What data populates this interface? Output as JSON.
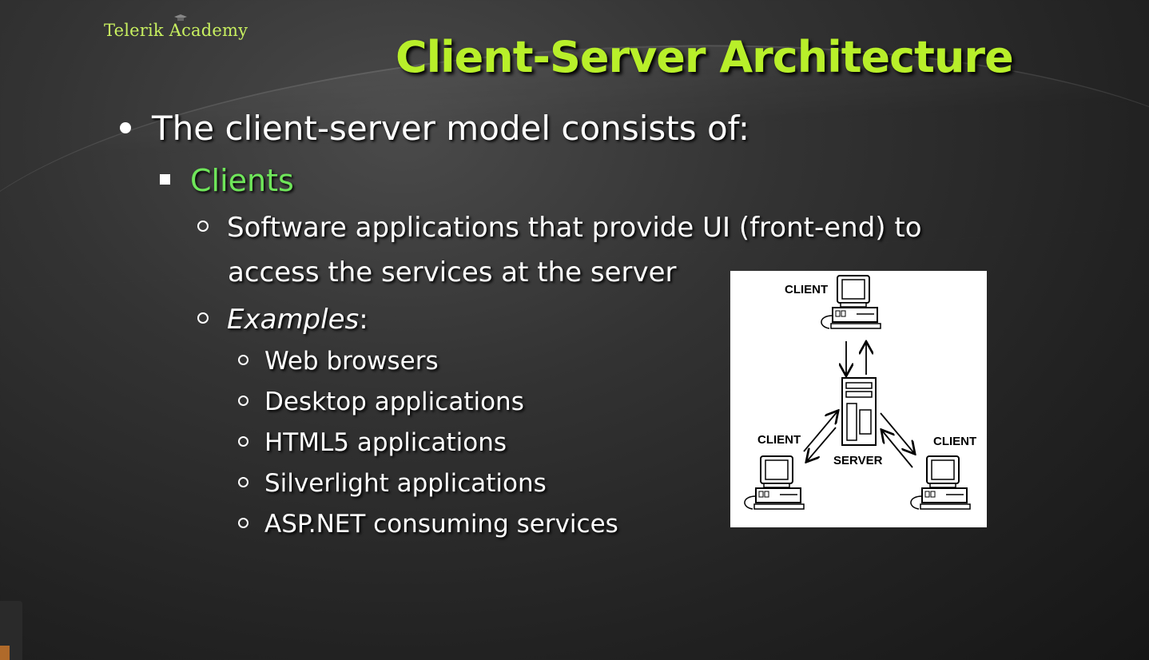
{
  "slide": {
    "logo_text": "Telerik Academy",
    "title": "Client-Server Architecture",
    "bullet1": "The client-server model consists of:",
    "bullet2": "Clients",
    "sub1_line1": "Software applications that provide UI (front-end) to",
    "sub1_line2": "access the services at the server",
    "sub2_label": "Examples",
    "sub2_suffix": ":",
    "examples": [
      "Web browsers",
      "Desktop applications",
      "HTML5 applications",
      "Silverlight applications",
      "ASP.NET consuming services"
    ]
  },
  "diagram": {
    "label_top_client": "CLIENT",
    "label_left_client": "CLIENT",
    "label_right_client": "CLIENT",
    "label_server": "SERVER"
  },
  "colors": {
    "title": "#b8ef2a",
    "accent_green": "#6fe65a",
    "logo": "#c8f060"
  }
}
